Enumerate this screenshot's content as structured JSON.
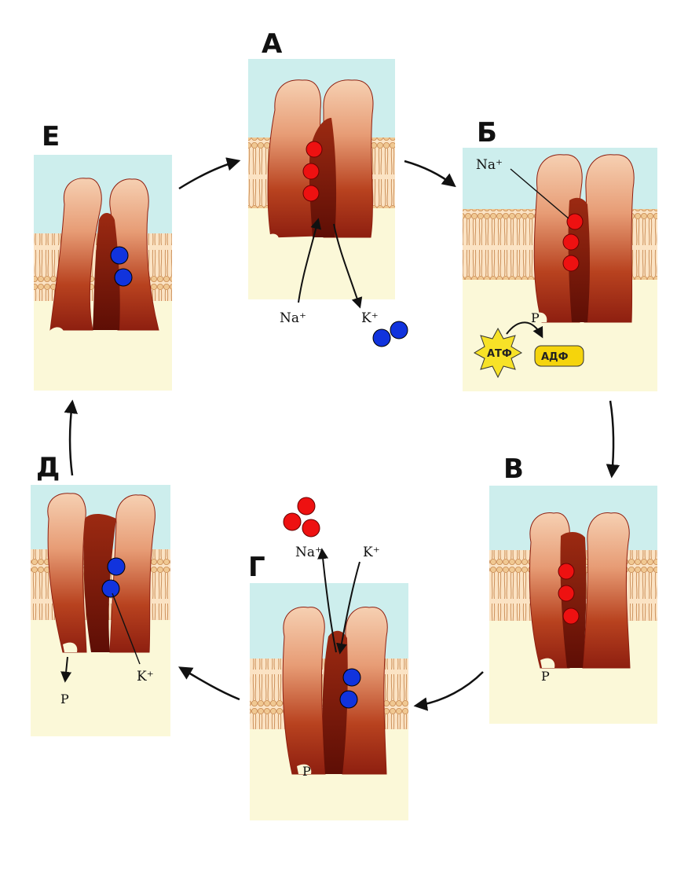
{
  "stages": [
    {
      "id": "A",
      "letter": "А"
    },
    {
      "id": "B",
      "letter": "Б"
    },
    {
      "id": "V",
      "letter": "В"
    },
    {
      "id": "G",
      "letter": "Г"
    },
    {
      "id": "D",
      "letter": "Д"
    },
    {
      "id": "E",
      "letter": "Е"
    }
  ],
  "labels": {
    "na": "Na⁺",
    "k": "K⁺",
    "p": "P",
    "atp": "АТФ",
    "adp": "АДФ"
  },
  "colors": {
    "extracellular": "#cdeeed",
    "intracellular": "#fbf8d8",
    "membrane_lipid": "#f1cb9c",
    "protein_light": "#f3c6a6",
    "protein_dark": "#8e1f10",
    "channel": "#6d1208",
    "sodium_ion": "#ee1111",
    "potassium_ion": "#1133dd",
    "atp_star": "#f7e227",
    "adp_box": "#f5d40c"
  }
}
